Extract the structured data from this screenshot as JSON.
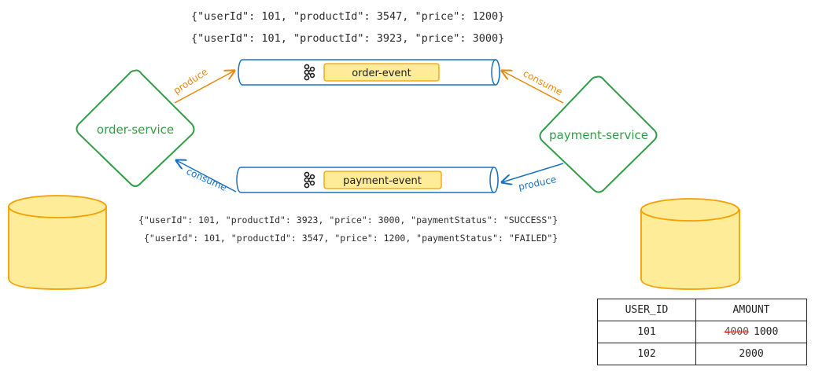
{
  "top_messages": [
    "{\"userId\": 101, \"productId\": 3547, \"price\": 1200}",
    "{\"userId\": 101, \"productId\": 3923, \"price\": 3000}"
  ],
  "bottom_messages": [
    "{\"userId\": 101, \"productId\": 3923, \"price\": 3000, \"paymentStatus\": \"SUCCESS\"}",
    "{\"userId\": 101, \"productId\": 3547, \"price\": 1200, \"paymentStatus\": \"FAILED\"}"
  ],
  "services": {
    "order": "order-service",
    "payment": "payment-service"
  },
  "topics": {
    "order": "order-event",
    "payment": "payment-event"
  },
  "arrows": {
    "order_produce": "produce",
    "payment_consume": "consume",
    "order_consume": "consume",
    "payment_produce": "produce"
  },
  "table": {
    "headers": [
      "USER_ID",
      "AMOUNT"
    ],
    "rows": [
      {
        "user_id": "101",
        "amount_old": "4000",
        "amount": "1000"
      },
      {
        "user_id": "102",
        "amount_old": "",
        "amount": "2000"
      }
    ]
  },
  "colors": {
    "green": "#2f9e44",
    "orange": "#e8890c",
    "blue": "#1971c2",
    "db_fill": "#ffec99",
    "topic_fill": "#ffec99"
  }
}
